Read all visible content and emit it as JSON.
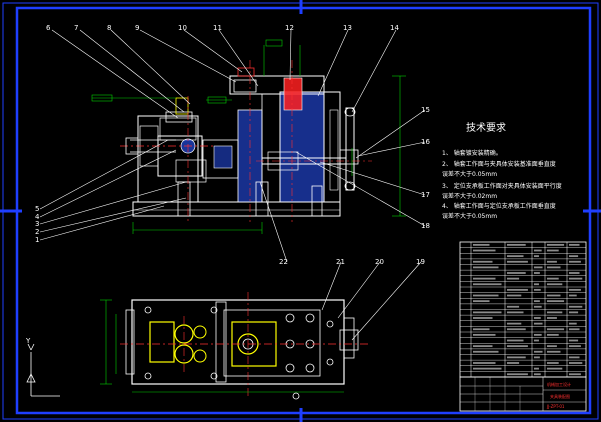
{
  "notes": {
    "title": "技术要求",
    "lines": [
      "1、 轴套镀安装精确。",
      "2、 轴套工作面与夹具体安装基准面垂直度",
      "误差不大于0.05mm",
      "3、 定位支承板工作面对夹具体安装面平行度",
      "误差不大于0.02mm",
      "4、 轴套工作面与定位支承板工作面垂直度",
      "误差不大于0.05mm"
    ]
  },
  "balloons": {
    "top": [
      "6",
      "7",
      "8",
      "9",
      "10",
      "11",
      "12",
      "13",
      "14"
    ],
    "right": [
      "15",
      "16",
      "17",
      "18"
    ],
    "left": [
      "5",
      "4",
      "3",
      "2",
      "1"
    ],
    "bottom": [
      "22"
    ],
    "lower_view": [
      "21",
      "20",
      "19"
    ]
  },
  "title_block": {
    "company_label": "机械加工设计",
    "drawing_name": "夹具装配图",
    "drawing_number": "JJ-ZPT-01"
  },
  "axis_label": "Y",
  "colors": {
    "background": "#000000",
    "frame": "#1f3fff",
    "outline": "#ffffff",
    "dimension": "#00d000",
    "hatch": "#2a56ff",
    "part": "#ffff00",
    "centerline": "#ff3030",
    "leader": "#ffffff"
  }
}
